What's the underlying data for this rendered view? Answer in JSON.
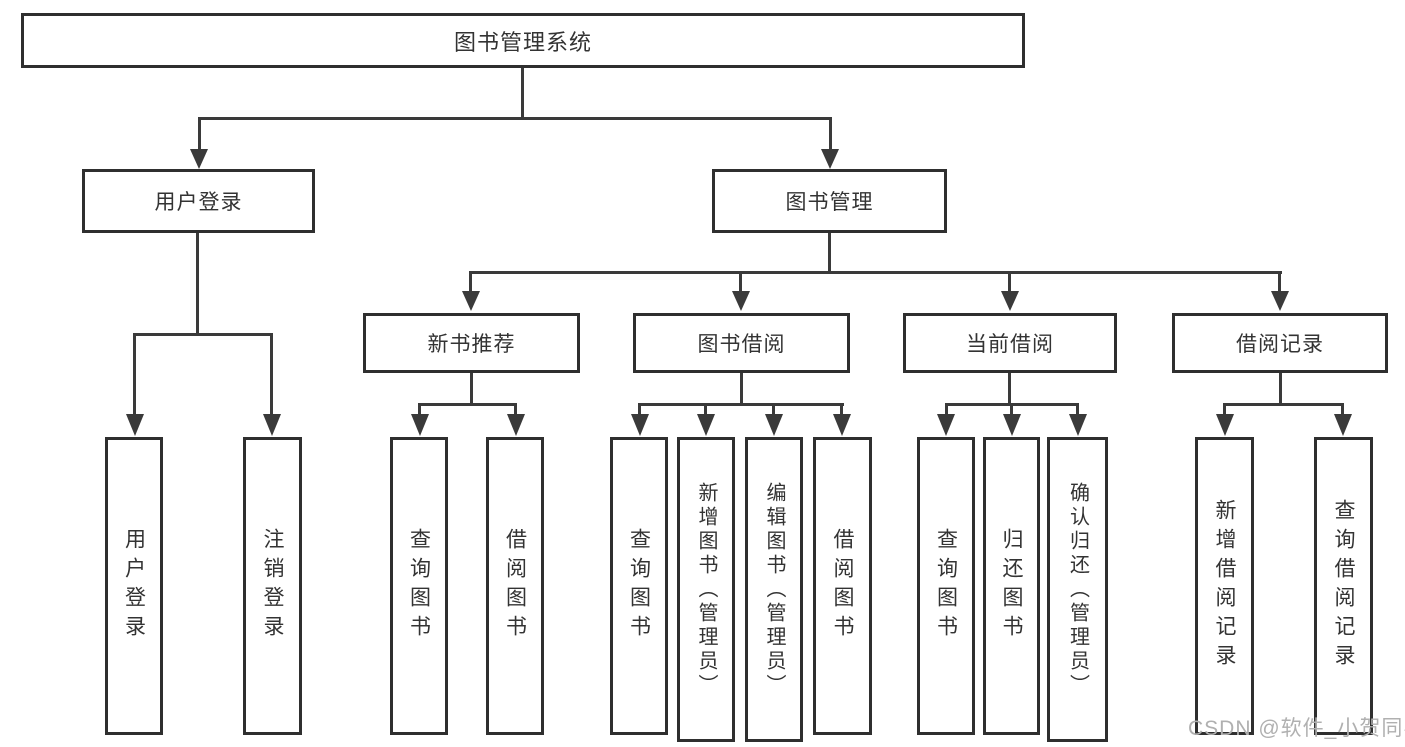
{
  "diagram": {
    "root": {
      "label": "图书管理系统"
    },
    "level2": [
      {
        "label": "用户登录"
      },
      {
        "label": "图书管理"
      }
    ],
    "level3": [
      {
        "label": "新书推荐"
      },
      {
        "label": "图书借阅"
      },
      {
        "label": "当前借阅"
      },
      {
        "label": "借阅记录"
      }
    ],
    "leaves": {
      "user_login": [
        {
          "label": "用户登录"
        },
        {
          "label": "注销登录"
        }
      ],
      "new_book_recommend": [
        {
          "label": "查询图书"
        },
        {
          "label": "借阅图书"
        }
      ],
      "book_borrowing": [
        {
          "label": "查询图书"
        },
        {
          "label": "新增图书（管理员）"
        },
        {
          "label": "编辑图书（管理员）"
        },
        {
          "label": "借阅图书"
        }
      ],
      "current_borrowing": [
        {
          "label": "查询图书"
        },
        {
          "label": "归还图书"
        },
        {
          "label": "确认归还（管理员）"
        }
      ],
      "borrowing_records": [
        {
          "label": "新增借阅记录"
        },
        {
          "label": "查询借阅记录"
        }
      ]
    },
    "colors": {
      "border": "#2f2f2f",
      "line": "#3a3a3a",
      "text": "#333333",
      "watermark": "#b0b0b0",
      "background": "#ffffff"
    },
    "watermark": "CSDN @软件_小贺同学"
  }
}
